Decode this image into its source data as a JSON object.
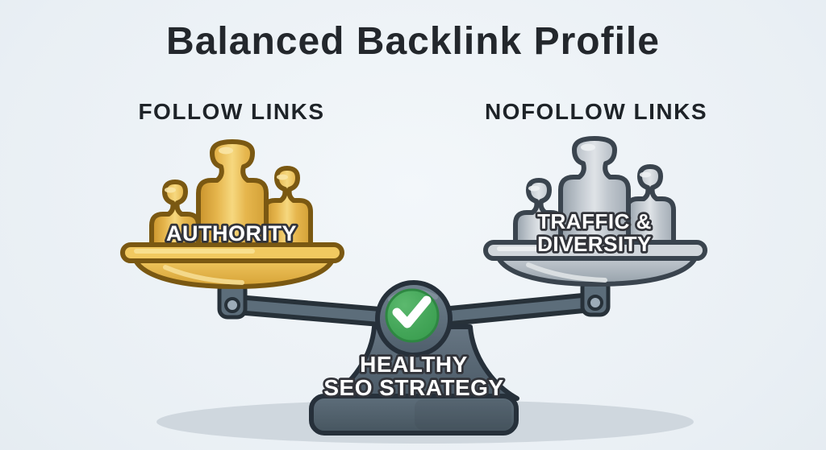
{
  "title": "Balanced Backlink Profile",
  "left_side": {
    "heading": "FOLLOW LINKS",
    "pan_label": "AUTHORITY",
    "weight_count": 3,
    "weight_color_name": "gold",
    "weight_color": "#E6B64D"
  },
  "right_side": {
    "heading": "NOFOLLOW LINKS",
    "pan_label_line1": "TRAFFIC &",
    "pan_label_line2": "DIVERSITY",
    "weight_count": 3,
    "weight_color_name": "silver",
    "weight_color": "#C0C7CE"
  },
  "center": {
    "icon": "check-icon",
    "label_line1": "HEALTHY",
    "label_line2": "SEO STRATEGY",
    "check_color": "#44A659"
  },
  "colors": {
    "background": "#E9EFF4",
    "title_text": "#23272C",
    "scale_metal": "#5C6D7A",
    "outline": "#273139",
    "gold_outline": "#7A5812",
    "silver_outline": "#3A444E",
    "label_text": "#FFFFFF",
    "shadow": "#C8D1D8"
  }
}
